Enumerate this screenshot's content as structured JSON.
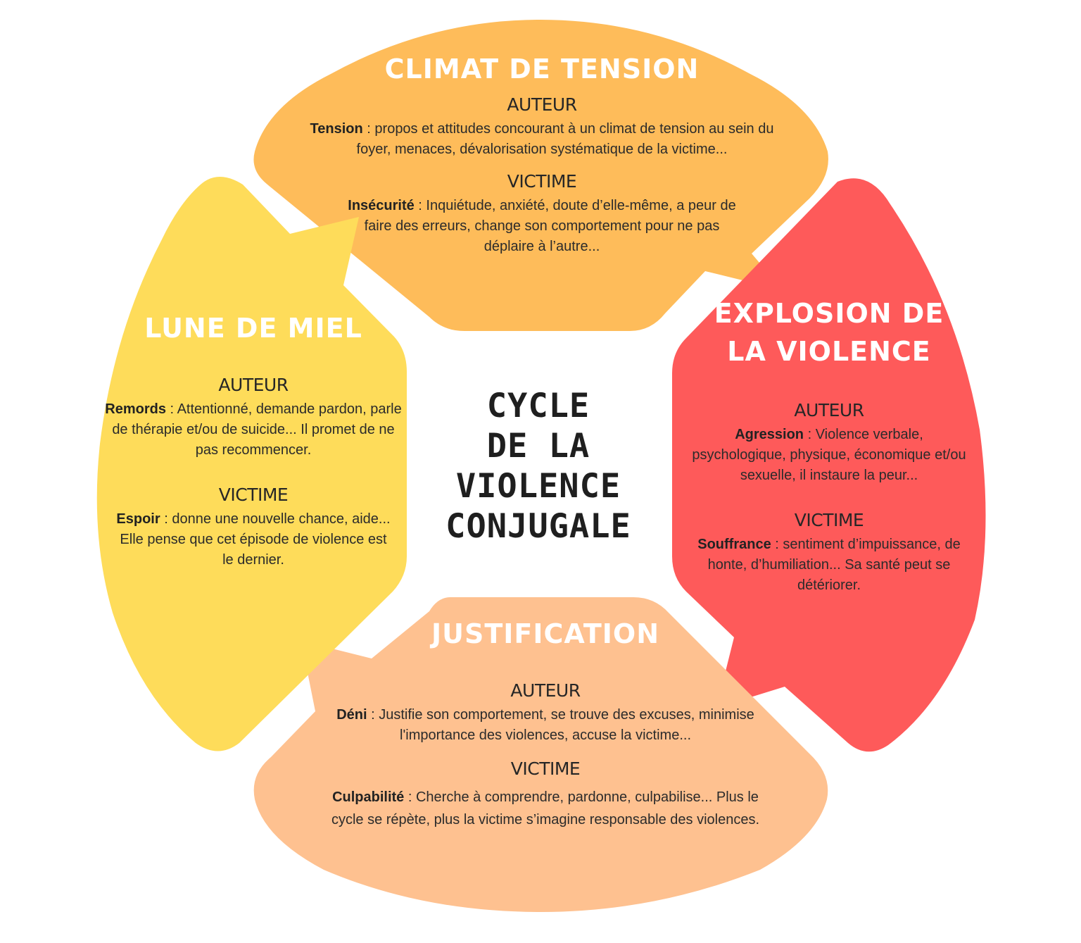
{
  "center_title": {
    "lines": [
      "CYCLE",
      "DE LA",
      "VIOLENCE",
      "CONJUGALE"
    ]
  },
  "colors": {
    "climat": "#FEBC5A",
    "explosion": "#FE5A5A",
    "justification": "#FEC190",
    "lune": "#FEDC5A",
    "background": "#FFFFFF",
    "title_text": "#FFFFFF",
    "body_text": "#2B2B2B"
  },
  "phases": {
    "climat": {
      "title": "CLIMAT DE TENSION",
      "auteur": {
        "label": "AUTEUR",
        "term": "Tension",
        "sep": " : ",
        "text": "propos et attitudes concourant à un climat de tension au sein du foyer, menaces, dévalorisation systématique de la victime..."
      },
      "victime": {
        "label": "VICTIME",
        "term": "Insécurité",
        "sep": " : ",
        "text": "Inquiétude, anxiété, doute d’elle-même, a peur de faire des erreurs, change son comportement pour ne pas déplaire à l’autre..."
      }
    },
    "explosion": {
      "title_line1": "EXPLOSION DE",
      "title_line2": "LA VIOLENCE",
      "auteur": {
        "label": "AUTEUR",
        "term": "Agression",
        "sep": " : ",
        "text": "Violence verbale, psychologique, physique, économique et/ou sexuelle, il instaure la peur..."
      },
      "victime": {
        "label": "VICTIME",
        "term": "Souffrance",
        "sep": " : ",
        "text": "sentiment d’impuissance, de honte, d’humiliation... Sa santé peut se détériorer."
      }
    },
    "justification": {
      "title": "JUSTIFICATION",
      "auteur": {
        "label": "AUTEUR",
        "term": "Déni",
        "sep": " : ",
        "text": "Justifie son comportement, se trouve des excuses, minimise l'importance des violences, accuse la victime..."
      },
      "victime": {
        "label": "VICTIME",
        "term": "Culpabilité",
        "sep": " : ",
        "text": "Cherche à comprendre, pardonne, culpabilise... Plus le cycle se répète, plus la victime s’imagine responsable des violences."
      }
    },
    "lune": {
      "title": "LUNE DE MIEL",
      "auteur": {
        "label": "AUTEUR",
        "term": "Remords",
        "sep": " : ",
        "text": "Attentionné, demande pardon, parle de thérapie et/ou de suicide... Il promet de ne pas recommencer."
      },
      "victime": {
        "label": "VICTIME",
        "term": "Espoir",
        "sep": " : ",
        "text": "donne une nouvelle chance, aide... Elle pense que cet épisode de violence est le dernier."
      }
    }
  }
}
